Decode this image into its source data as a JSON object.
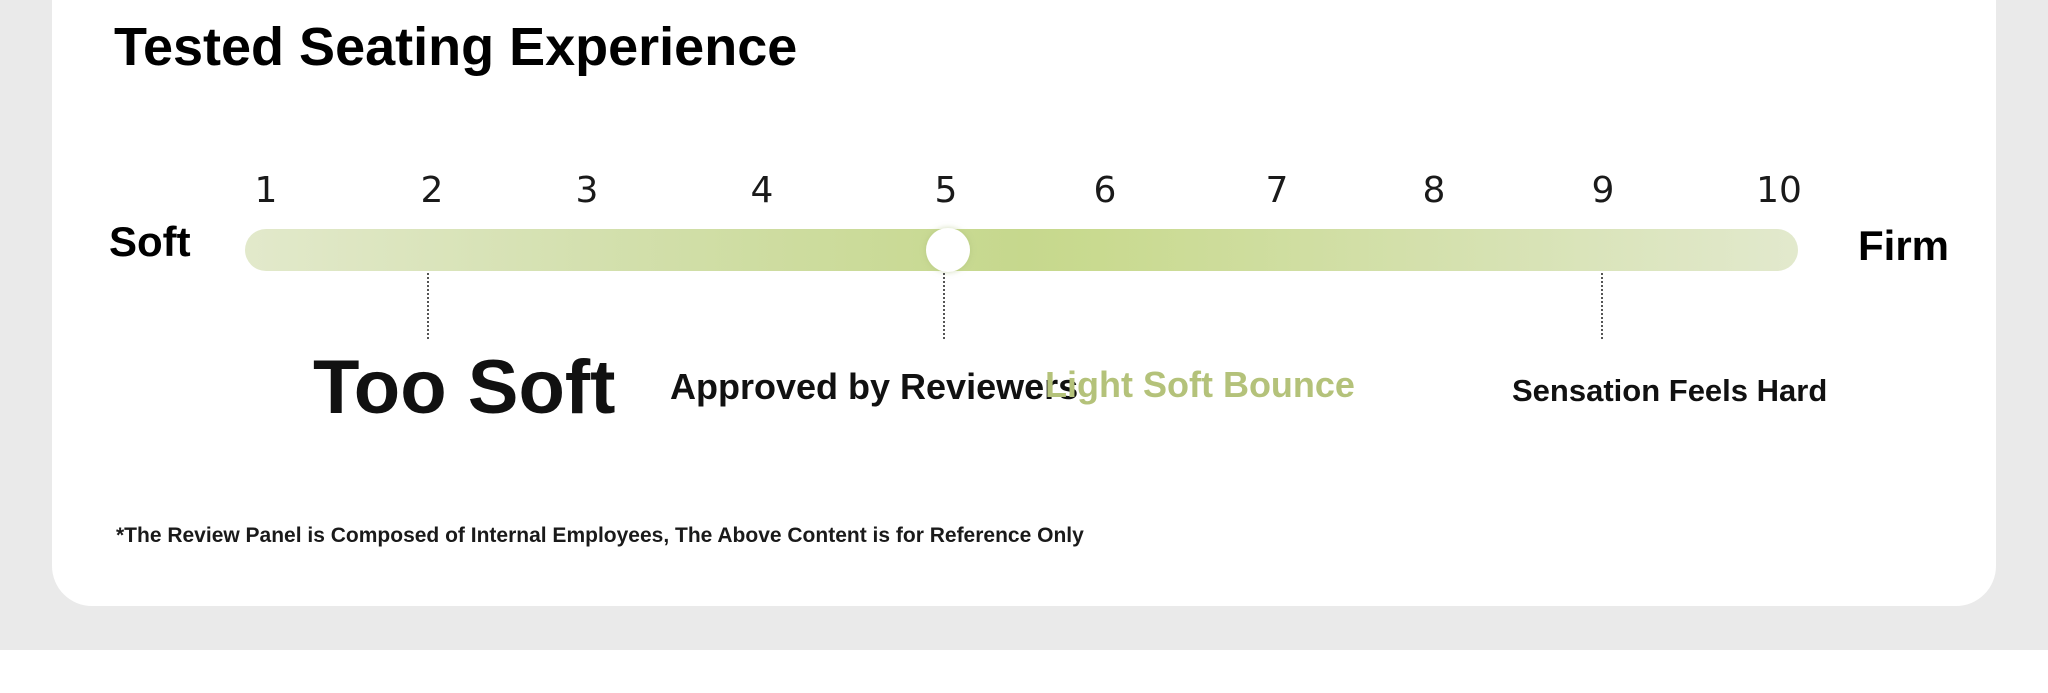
{
  "section": {
    "title": "Tested Seating Experience"
  },
  "scale": {
    "left_label": "Soft",
    "right_label": "Firm",
    "ticks": [
      "1",
      "2",
      "3",
      "4",
      "5",
      "6",
      "7",
      "8",
      "9",
      "10"
    ],
    "selected_value": 5,
    "colors": {
      "track_light": "#e2e9cb",
      "track_dark": "#c6d88d",
      "accent_text": "#b4c27a"
    }
  },
  "callouts": {
    "too_soft": "Too Soft",
    "approved": "Approved by Reviewers",
    "light_bounce": "Light Soft Bounce",
    "feels_hard": "Sensation Feels Hard"
  },
  "footnote": "*The Review Panel is Composed of Internal Employees, The Above Content is for Reference Only"
}
